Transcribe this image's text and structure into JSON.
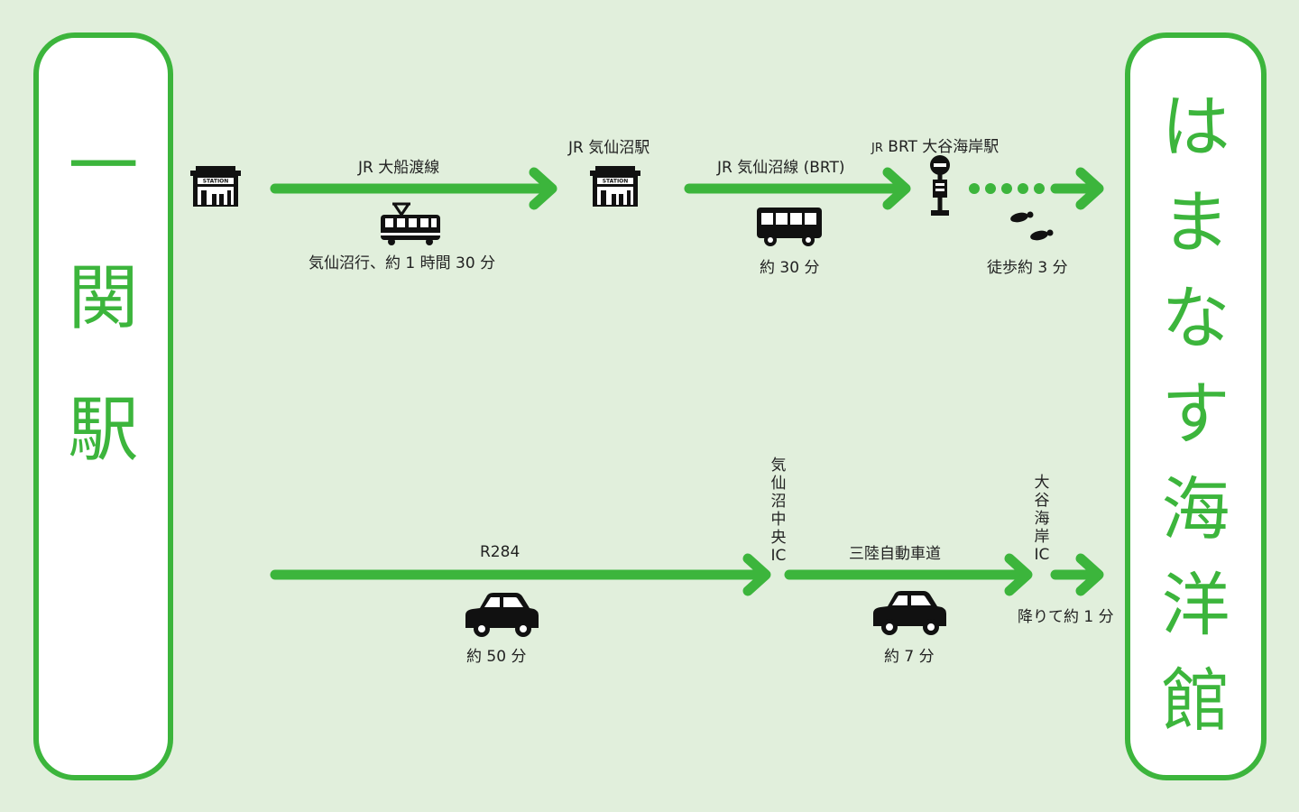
{
  "origin": {
    "chars": [
      "一",
      "関",
      "駅"
    ]
  },
  "destination": {
    "chars": [
      "は",
      "ま",
      "な",
      "す",
      "海",
      "洋",
      "館"
    ]
  },
  "colors": {
    "accent": "#3cb53c",
    "background": "#e1efdc",
    "icon": "#111111"
  },
  "train_route": {
    "line1_label": "JR 大船渡線",
    "line1_detail": "気仙沼行、約 1 時間 30 分",
    "station1_label": "JR 気仙沼駅",
    "line2_label": "JR 気仙沼線 (BRT)",
    "line2_detail": "約 30 分",
    "bus_stop_prefix": "JR",
    "bus_stop_label": "BRT 大谷海岸駅",
    "walk_detail": "徒歩約 3 分",
    "icons": [
      "station-icon",
      "train-icon",
      "station-icon",
      "bus-icon",
      "bus-stop-icon",
      "footprints-icon"
    ]
  },
  "car_route": {
    "road1_label": "R284",
    "road1_detail": "約 50 分",
    "ic1_chars": [
      "気",
      "仙",
      "沼",
      "中",
      "央",
      "IC"
    ],
    "road2_label": "三陸自動車道",
    "road2_detail": "約 7 分",
    "ic2_chars": [
      "大",
      "谷",
      "海",
      "岸",
      "IC"
    ],
    "exit_detail": "降りて約 1 分",
    "icons": [
      "car-icon",
      "car-icon"
    ]
  }
}
